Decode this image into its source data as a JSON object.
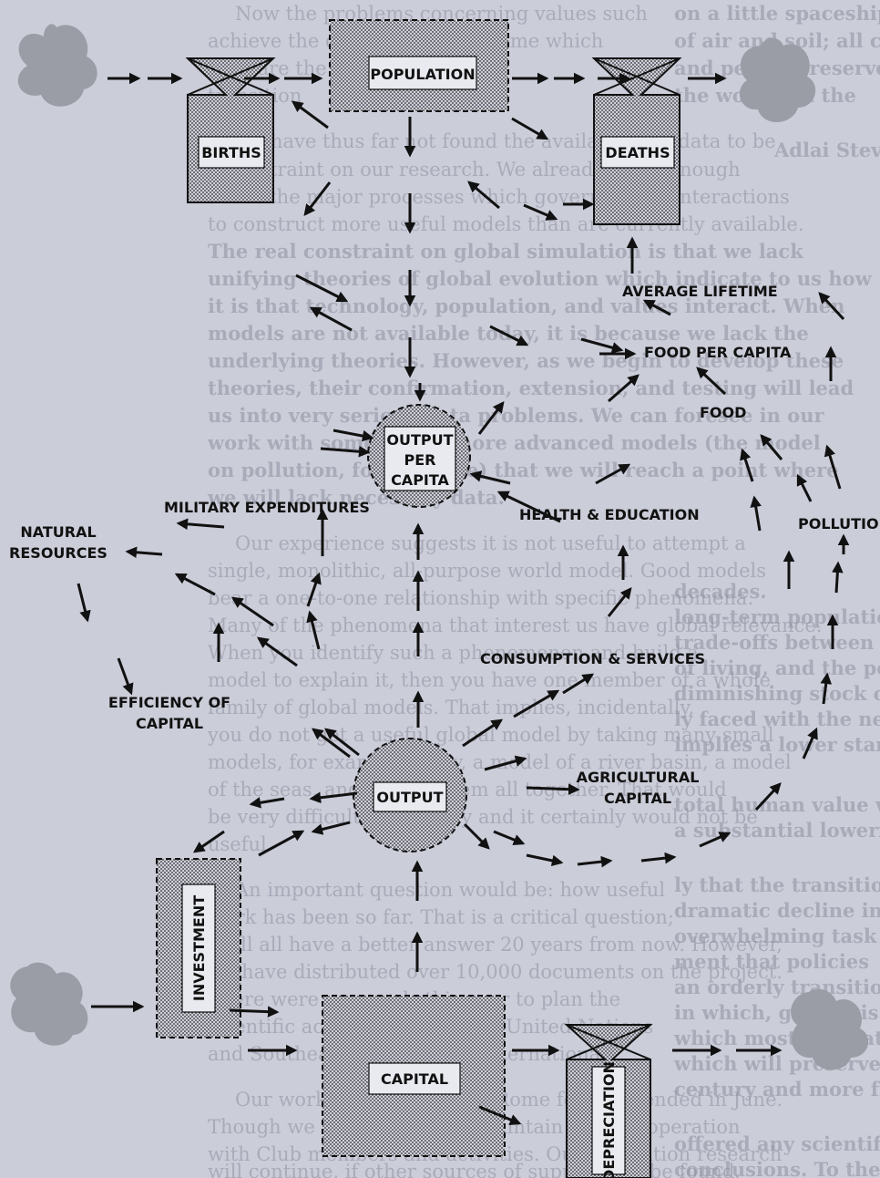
{
  "boxes": {
    "population": "POPULATION",
    "births": "BIRTHS",
    "deaths": "DEATHS",
    "output_per_capita": [
      "OUTPUT",
      "PER",
      "CAPITA"
    ],
    "output": "OUTPUT",
    "investment": "INVESTMENT",
    "capital": "CAPITAL",
    "depreciation": "DEPRECIATION"
  },
  "labels": {
    "average_lifetime": "AVERAGE LIFETIME",
    "food_per_capita": "FOOD PER CAPITA",
    "food": "FOOD",
    "health_education": "HEALTH & EDUCATION",
    "pollution": "POLLUTION",
    "military_expenditures": "MILITARY EXPENDITURES",
    "natural_resources": [
      "NATURAL",
      "RESOURCES"
    ],
    "consumption_services": "CONSUMPTION & SERVICES",
    "efficiency_of_capital": [
      "EFFICIENCY OF",
      "CAPITAL"
    ],
    "agricultural_capital": [
      "AGRICULTURAL",
      "CAPITAL"
    ]
  },
  "background_text": [
    "Now the problems concerning values such",
    "achieve the distribution of income which",
    "then are the activities of the",
    "transition",
    "We have thus far not found the availability of data to be",
    "a constraint on our research. We already know enough",
    "about the major processes which govern global interactions",
    "to construct more useful models than are currently available.",
    "The real constraint on global simulation is that we lack",
    "unifying theories of global evolution which indicate to us how",
    "it is that technology, population, and values interact. When",
    "models are not available today, it is because we lack the",
    "underlying theories. However, as we begin to develop these",
    "theories, their confirmation, extension, and testing will lead",
    "us into very serious data problems. We can foresee in our",
    "work with some of the more advanced models (the model",
    "on pollution, for example) that we will reach a point where",
    "we will lack necessary data.",
    "Our experience suggests it is not useful to attempt a",
    "single, monolithic, all-purpose world model. Good models",
    "bear a one-to-one relationship with specific phenomena.",
    "Many of the phenomena that interest us have global relevance.",
    "When you identify such a phenomenon and build a",
    "model to explain it, then you have one member of a whole",
    "family of global models. That implies, incidentally,",
    "you do not get a useful global model by taking many small",
    "models, for example a city, a model of a river basin, a model",
    "of the seas, and linking them all together. That would",
    "be very difficult technically and it certainly would not be",
    "useful.",
    "An important question would be: how useful",
    "work has been so far. That is a critical question;",
    "we'll all have a better answer 20 years from now. However,",
    "we have distributed over 10,000 documents on the project.",
    "There were proposals this year to plan the",
    "scientific activities with in the United Nations",
    "and Southeast Asia and the International",
    "Our work with the Club of Rome formally ended in June.",
    "Though we will continue to maintain close cooperation",
    "with Club members and activities. Our simulation research",
    "will continue, if other sources of support can be found."
  ],
  "background_text_right": [
    "on a little spaceship;",
    "of air and soil; all com-",
    "and peace; preserved",
    "the work and the",
    "Adlai Stevenson",
    "decades.",
    "long-term population level.",
    "trade-offs between personal",
    "of living, and the popu-",
    "diminishing stock of re-",
    "ly faced with the neces-",
    "implies a lower standard",
    "total human value which",
    "a substantial lowering",
    "ly that the transition to",
    "dramatic decline in popula-",
    "overwhelming task for the",
    "ment that policies",
    "an orderly transition to",
    "in which, growth is well",
    "which most of us attribute",
    "which will preserve options",
    "century and more from",
    "offered any scientifically",
    "conclusions. To the exact"
  ]
}
